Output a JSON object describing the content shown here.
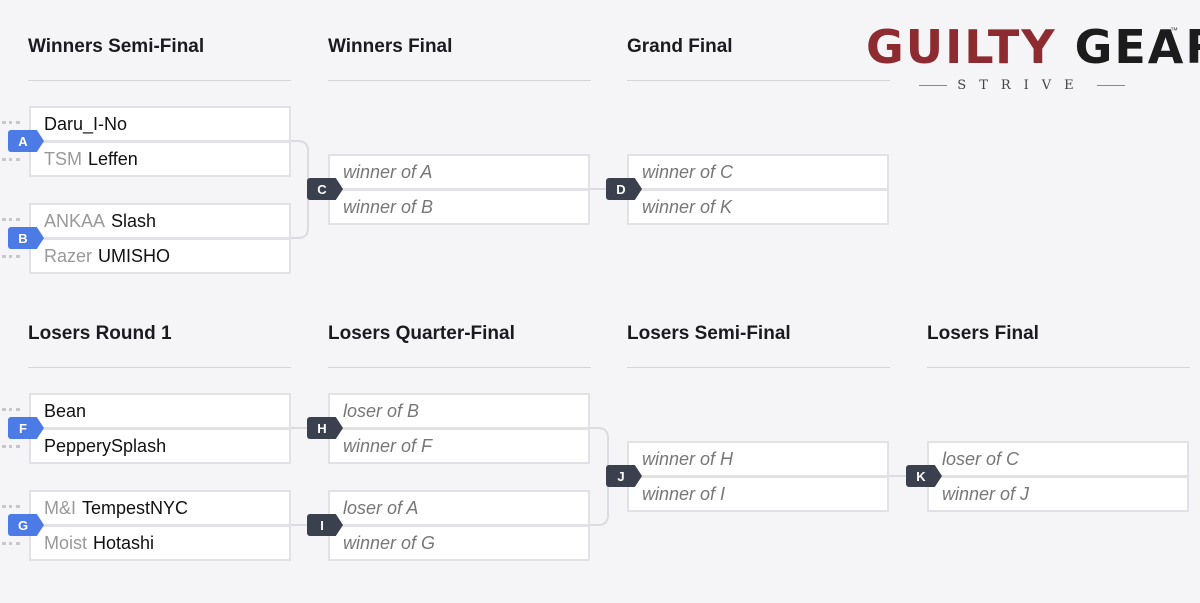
{
  "columns": {
    "winners_semi": "Winners Semi-Final",
    "winners_final": "Winners Final",
    "grand_final": "Grand Final",
    "losers_r1": "Losers Round 1",
    "losers_qf": "Losers Quarter-Final",
    "losers_sf": "Losers Semi-Final",
    "losers_final": "Losers Final"
  },
  "logo": {
    "main_left": "GUILTY",
    "main_right": "GEAR",
    "tm": "™",
    "sub": "STRIVE"
  },
  "matches": {
    "A": {
      "label": "A",
      "p1": {
        "team": "",
        "name": "Daru_I-No"
      },
      "p2": {
        "team": "TSM",
        "name": "Leffen"
      }
    },
    "B": {
      "label": "B",
      "p1": {
        "team": "ANKAA",
        "name": "Slash"
      },
      "p2": {
        "team": "Razer",
        "name": "UMISHO"
      }
    },
    "C": {
      "label": "C",
      "p1": "winner of A",
      "p2": "winner of B"
    },
    "D": {
      "label": "D",
      "p1": "winner of C",
      "p2": "winner of K"
    },
    "F": {
      "label": "F",
      "p1": {
        "team": "",
        "name": "Bean"
      },
      "p2": {
        "team": "",
        "name": "PepperySplash"
      }
    },
    "G": {
      "label": "G",
      "p1": {
        "team": "M&I",
        "name": "TempestNYC"
      },
      "p2": {
        "team": "Moist",
        "name": "Hotashi"
      }
    },
    "H": {
      "label": "H",
      "p1": "loser of B",
      "p2": "winner of F"
    },
    "I": {
      "label": "I",
      "p1": "loser of A",
      "p2": "winner of G"
    },
    "J": {
      "label": "J",
      "p1": "winner of H",
      "p2": "winner of I"
    },
    "K": {
      "label": "K",
      "p1": "loser of C",
      "p2": "winner of J"
    }
  },
  "colors": {
    "badge_round1": "#4d7be6",
    "badge_later": "#3a404d",
    "logo_red": "#8d2b30"
  }
}
